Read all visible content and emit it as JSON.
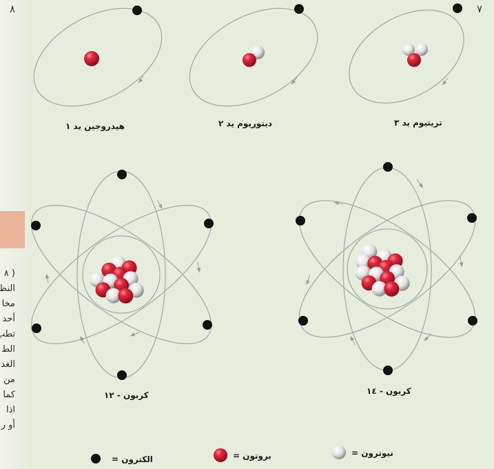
{
  "page_numbers": {
    "left": "٨",
    "right": "٧"
  },
  "atoms": {
    "hydrogen1": {
      "label": "هيدروجين يد ١",
      "protons": 1,
      "neutrons": 0,
      "electrons": 1
    },
    "deuterium2": {
      "label": "ديتوريوم يد ٢",
      "protons": 1,
      "neutrons": 1,
      "electrons": 1
    },
    "tritium3": {
      "label": "تريتيوم يد ٣",
      "protons": 1,
      "neutrons": 2,
      "electrons": 1
    },
    "carbon12": {
      "label": "كربون - ١٢",
      "protons": 6,
      "neutrons": 6,
      "electrons": 6
    },
    "carbon14": {
      "label": "كربون - ١٤",
      "protons": 6,
      "neutrons": 8,
      "electrons": 6
    }
  },
  "legend": {
    "electron": "الكترون =",
    "proton": "بروتون =",
    "neutron": "نيوترون ="
  },
  "margin_text": [
    "( ٨",
    "النظ",
    "مخا",
    "أحد",
    "تطب",
    "الط",
    "الغد",
    "من",
    "كما",
    "اذا",
    "أو ر"
  ],
  "colors": {
    "proton": "#d8223a",
    "neutron": "#e9e9e9",
    "electron": "#111111",
    "orbit": "#a7aca4",
    "background": "#e6eddc"
  }
}
